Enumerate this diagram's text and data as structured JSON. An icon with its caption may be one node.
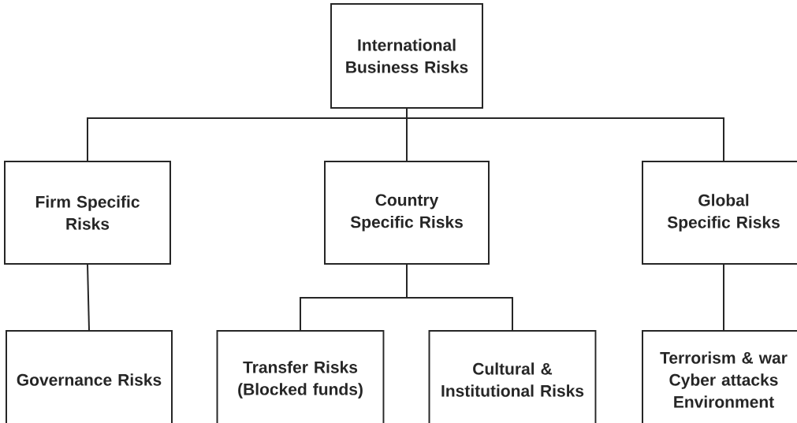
{
  "diagram": {
    "nodes": [
      {
        "text": [
          "International Business Risks"
        ]
      },
      {
        "text": [
          "Firm Specific Risks"
        ]
      },
      {
        "text": [
          "Country Specific Risks"
        ]
      },
      {
        "text": [
          "Global Specific Risks"
        ]
      },
      {
        "text": [
          "Governance Risks"
        ]
      },
      {
        "text": [
          "Transfer Risks (Blocked funds)"
        ]
      },
      {
        "text": [
          "Cultural & Institutional Risks"
        ]
      },
      {
        "text": [
          "Terrorism & war Cyber attacks Environment"
        ]
      }
    ],
    "edges": [
      {
        "from": 0,
        "to": 1,
        "arrow": "none"
      },
      {
        "from": 0,
        "to": 2,
        "arrow": "none"
      },
      {
        "from": 0,
        "to": 3,
        "arrow": "none"
      },
      {
        "from": 1,
        "to": 4,
        "arrow": "none"
      },
      {
        "from": 2,
        "to": 5,
        "arrow": "none"
      },
      {
        "from": 2,
        "to": 6,
        "arrow": "none"
      },
      {
        "from": 3,
        "to": 7,
        "arrow": "none"
      }
    ]
  }
}
